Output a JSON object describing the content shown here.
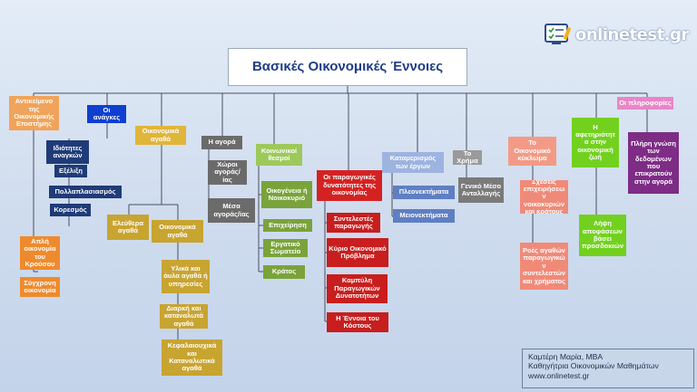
{
  "title": "Βασικές Οικονομικές Έννοιες",
  "brand": {
    "name": "onlinetest.gr",
    "icon": "checklist-icon"
  },
  "credits": [
    "Καμτέρη Μαρία, ΜΒΑ",
    "Καθηγήτρια Οικονομικών Μαθημάτων",
    "www.onlinetest.gr"
  ],
  "colors": {
    "orange": "#f0a35a",
    "blue": "#1f3b78",
    "olive": "#c8a430",
    "gray": "#6b6b6b",
    "green": "#7aa33a",
    "red": "#c81e1e",
    "lightblue": "#7d9bd6",
    "salmon": "#f39a86",
    "lime": "#72d11f",
    "purple": "#7e2c86",
    "pink": "#e985c8"
  },
  "nodes": {
    "antikeimeno": "Αντικείμενο της Οικονομικής Επιστήμης",
    "aplh": "Απλή οικονομία του Κρούσου",
    "sygxroni": "Σύγχρονη οικονομία",
    "anagkes": "Οι ανάγκες",
    "idiotites": "Ιδιότητες αναγκών",
    "exelixi": "Εξέλιξη",
    "pollaplasiasmos": "Πολλαπλασιασμός",
    "koresmos": "Κορεσμός",
    "oikagatha": "Οικονομικά αγαθά",
    "eleuthera": "Ελεύθερα αγαθά",
    "oikagatha2": "Οικονομικά αγαθά",
    "ylika": "Υλικά και άυλα αγαθά ή υπηρεσίες",
    "diarki": "Διαρκή και καταναλωτά αγαθά",
    "kefalaiouxika": "Κεφαλαιουχικά και Καταναλωτικά αγαθά",
    "agora": "Η αγορά",
    "xwroi": "Χώροι αγοράς/ίας",
    "mesa": "Μέσα αγοράς/ίας",
    "koinonikoi": "Κοινωνικοί θεσμοί",
    "oikogeneia": "Οικογένεια ή Νοικοκυριό",
    "epixeirisi": "Επιχείρηση",
    "ergatiko": "Εργατικό Σωματείο",
    "kratos": "Κράτος",
    "paragogikes": "Οι παραγωγικές δυνατότητες της οικονομίας",
    "syntelestes": "Συντελεστές παραγωγής",
    "kyrio": "Κύριο Οικονομικό Πρόβλημα",
    "kampyli": "Καμπύλη Παραγωγικών Δυνατοτήτων",
    "kostos": "Η Έννοια του Κόστους",
    "katamerismos": "Καταμερισμός των έργων",
    "pleonektimata": "Πλεονεκτήματα",
    "meionektimata": "Μειονεκτήματα",
    "xrima": "Το Χρήμα",
    "geniko": "Γενικό Μέσο Ανταλλαγής",
    "kyklwma": "Το Οικονομικό κύκλωμα",
    "sxeseis": "Σχέσεις επιχειρήσεων νοικοκυριών και κράτους",
    "roes": "Ροές αγαθών παραγωγικών συντελεστών και χρήματος",
    "afeteriotita": "Η αφετηριότητα στην οικονομική ζωή",
    "lipsi": "Λήψη αποφάσεων βάσει προσδοκιών",
    "plirofories": "Οι πληροφορίες",
    "pliris": "Πλήρη γνώση των δεδομένων που επικρατούν στην αγορά"
  }
}
